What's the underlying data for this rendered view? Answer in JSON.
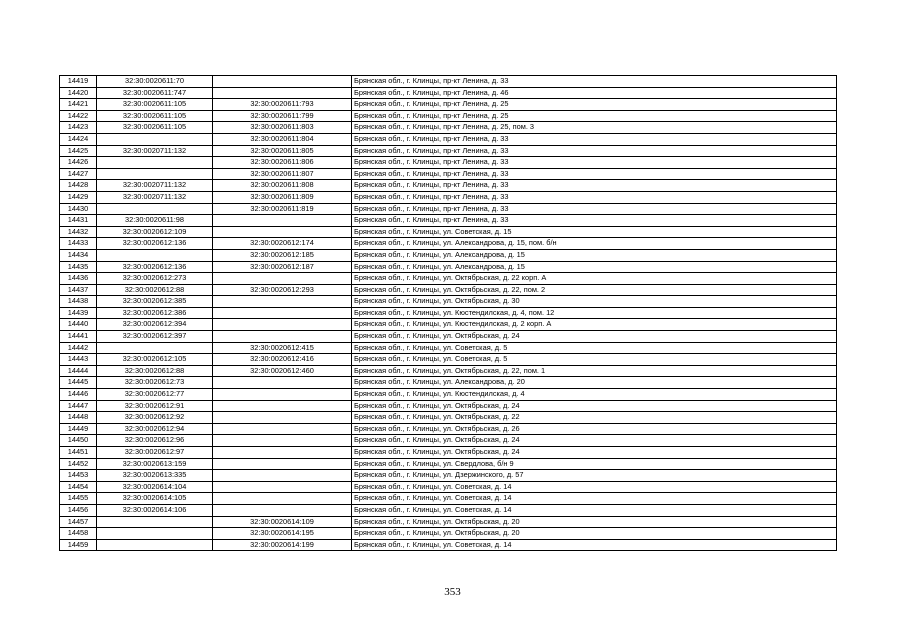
{
  "table": {
    "rows": [
      [
        "14419",
        "32:30:0020611:70",
        "",
        "Брянская обл., г. Клинцы, пр-кт Ленина, д. 33"
      ],
      [
        "14420",
        "32:30:0020611:747",
        "",
        "Брянская обл., г. Клинцы, пр-кт Ленина, д. 46"
      ],
      [
        "14421",
        "32:30:0020611:105",
        "32:30:0020611:793",
        "Брянская обл., г. Клинцы, пр-кт Ленина, д. 25"
      ],
      [
        "14422",
        "32:30:0020611:105",
        "32:30:0020611:799",
        "Брянская обл., г. Клинцы, пр-кт Ленина, д. 25"
      ],
      [
        "14423",
        "32:30:0020611:105",
        "32:30:0020611:803",
        "Брянская обл., г. Клинцы, пр-кт Ленина, д. 25, пом. 3"
      ],
      [
        "14424",
        "",
        "32:30:0020611:804",
        "Брянская обл., г. Клинцы, пр-кт Ленина, д. 33"
      ],
      [
        "14425",
        "32:30:0020711:132",
        "32:30:0020611:805",
        "Брянская обл., г. Клинцы, пр-кт Ленина, д. 33"
      ],
      [
        "14426",
        "",
        "32:30:0020611:806",
        "Брянская обл., г. Клинцы, пр-кт Ленина, д. 33"
      ],
      [
        "14427",
        "",
        "32:30:0020611:807",
        "Брянская обл., г. Клинцы, пр-кт Ленина, д. 33"
      ],
      [
        "14428",
        "32:30:0020711:132",
        "32:30:0020611:808",
        "Брянская обл., г. Клинцы, пр-кт Ленина, д. 33"
      ],
      [
        "14429",
        "32:30:0020711:132",
        "32:30:0020611:809",
        "Брянская обл., г. Клинцы, пр-кт Ленина, д. 33"
      ],
      [
        "14430",
        "",
        "32:30:0020611:819",
        "Брянская обл., г. Клинцы, пр-кт Ленина, д. 33"
      ],
      [
        "14431",
        "32:30:0020611:98",
        "",
        "Брянская обл., г. Клинцы, пр-кт Ленина, д. 33"
      ],
      [
        "14432",
        "32:30:0020612:109",
        "",
        "Брянская обл., г. Клинцы, ул. Советская, д. 15"
      ],
      [
        "14433",
        "32:30:0020612:136",
        "32:30:0020612:174",
        "Брянская обл., г. Клинцы, ул. Александрова, д. 15, пом. б/н"
      ],
      [
        "14434",
        "",
        "32:30:0020612:185",
        "Брянская обл., г. Клинцы, ул. Александрова, д. 15"
      ],
      [
        "14435",
        "32:30:0020612:136",
        "32:30:0020612:187",
        "Брянская обл., г. Клинцы, ул. Александрова, д. 15"
      ],
      [
        "14436",
        "32:30:0020612:273",
        "",
        "Брянская обл., г. Клинцы, ул. Октябрьская, д. 22 корп. А"
      ],
      [
        "14437",
        "32:30:0020612:88",
        "32:30:0020612:293",
        "Брянская обл., г. Клинцы, ул. Октябрьская, д. 22, пом. 2"
      ],
      [
        "14438",
        "32:30:0020612:385",
        "",
        "Брянская обл., г. Клинцы, ул. Октябрьская, д. 30"
      ],
      [
        "14439",
        "32:30:0020612:386",
        "",
        "Брянская обл., г. Клинцы, ул. Кюстендилская, д. 4, пом. 12"
      ],
      [
        "14440",
        "32:30:0020612:394",
        "",
        "Брянская обл., г. Клинцы, ул. Кюстендилская, д. 2 корп. А"
      ],
      [
        "14441",
        "32:30:0020612:397",
        "",
        "Брянская обл., г. Клинцы, ул. Октябрьская, д. 24"
      ],
      [
        "14442",
        "",
        "32:30:0020612:415",
        "Брянская обл., г. Клинцы, ул. Советская, д. 5"
      ],
      [
        "14443",
        "32:30:0020612:105",
        "32:30:0020612:416",
        "Брянская обл., г. Клинцы, ул. Советская, д. 5"
      ],
      [
        "14444",
        "32:30:0020612:88",
        "32:30:0020612:460",
        "Брянская обл., г. Клинцы, ул. Октябрьская, д. 22, пом. 1"
      ],
      [
        "14445",
        "32:30:0020612:73",
        "",
        "Брянская обл., г. Клинцы, ул. Александрова, д. 20"
      ],
      [
        "14446",
        "32:30:0020612:77",
        "",
        "Брянская обл., г. Клинцы, ул. Кюстендилская, д. 4"
      ],
      [
        "14447",
        "32:30:0020612:91",
        "",
        "Брянская обл., г. Клинцы, ул. Октябрьская, д. 24"
      ],
      [
        "14448",
        "32:30:0020612:92",
        "",
        "Брянская обл., г. Клинцы, ул. Октябрьская, д. 22"
      ],
      [
        "14449",
        "32:30:0020612:94",
        "",
        "Брянская обл., г. Клинцы, ул. Октябрьская, д. 26"
      ],
      [
        "14450",
        "32:30:0020612:96",
        "",
        "Брянская обл., г. Клинцы, ул. Октябрьская, д. 24"
      ],
      [
        "14451",
        "32:30:0020612:97",
        "",
        "Брянская обл., г. Клинцы, ул. Октябрьская, д. 24"
      ],
      [
        "14452",
        "32:30:0020613:159",
        "",
        "Брянская обл., г. Клинцы, ул. Свердлова, б/н 9"
      ],
      [
        "14453",
        "32:30:0020613:335",
        "",
        "Брянская обл., г. Клинцы, ул. Дзержинского, д. 57"
      ],
      [
        "14454",
        "32:30:0020614:104",
        "",
        "Брянская обл., г. Клинцы, ул. Советская, д. 14"
      ],
      [
        "14455",
        "32:30:0020614:105",
        "",
        "Брянская обл., г. Клинцы, ул. Советская, д. 14"
      ],
      [
        "14456",
        "32:30:0020614:106",
        "",
        "Брянская обл., г. Клинцы, ул. Советская, д. 14"
      ],
      [
        "14457",
        "",
        "32:30:0020614:109",
        "Брянская обл., г. Клинцы, ул. Октябрьская, д. 20"
      ],
      [
        "14458",
        "",
        "32:30:0020614:195",
        "Брянская обл., г. Клинцы, ул. Октябрьская, д. 20"
      ],
      [
        "14459",
        "",
        "32:30:0020614:199",
        "Брянская обл., г. Клинцы, ул. Советская, д. 14"
      ]
    ]
  },
  "page_number": "353"
}
